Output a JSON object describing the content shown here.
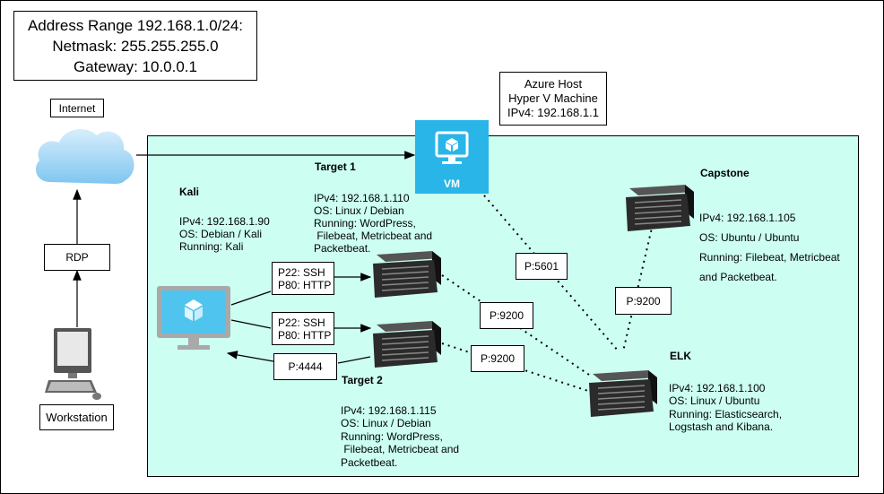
{
  "address_box": {
    "line1": "Address Range 192.168.1.0/24:",
    "line2": "Netmask: 255.255.255.0",
    "line3": "Gateway: 10.0.0.1"
  },
  "internet": {
    "label": "Internet"
  },
  "rdp": {
    "label": "RDP"
  },
  "workstation": {
    "label": "Workstation"
  },
  "azure_host": {
    "line1": "Azure Host",
    "line2": "Hyper V Machine",
    "line3": "IPv4: 192.168.1.1"
  },
  "vm_icon": {
    "label": "VM"
  },
  "kali": {
    "title": "Kali",
    "ipv4": "IPv4: 192.168.1.90",
    "os": "OS: Debian / Kali",
    "running": "Running: Kali"
  },
  "target1": {
    "title": "Target 1",
    "ipv4": "IPv4: 192.168.1.110",
    "os": "OS: Linux / Debian",
    "running1": "Running: WordPress,",
    "running2": " Filebeat, Metricbeat and",
    "running3": "Packetbeat."
  },
  "target2": {
    "title": "Target 2",
    "ipv4": "IPv4: 192.168.1.115",
    "os": "OS: Linux / Debian",
    "running1": "Running: WordPress,",
    "running2": " Filebeat, Metricbeat and",
    "running3": "Packetbeat."
  },
  "capstone": {
    "title": "Capstone",
    "ipv4": "IPv4: 192.168.1.105",
    "os": "OS: Ubuntu / Ubuntu",
    "running1": "Running: Filebeat, Metricbeat",
    "running2": "and Packetbeat."
  },
  "elk": {
    "title": "ELK",
    "ipv4": "IPv4: 192.168.1.100",
    "os": "OS: Linux / Ubuntu",
    "running1": "Running: Elasticsearch,",
    "running2": "Logstash and Kibana."
  },
  "ports": {
    "t1_ssh": "P22: SSH",
    "t1_http": "P80: HTTP",
    "t2_ssh": "P22: SSH",
    "t2_http": "P80: HTTP",
    "reverse": "P:4444",
    "kibana": "P:5601",
    "es_t1": "P:9200",
    "es_t2": "P:9200",
    "es_capstone": "P:9200"
  },
  "colors": {
    "network_fill": "#ccfff2",
    "vm_tile": "#29b5e8",
    "server_dark": "#2b2b2b"
  }
}
